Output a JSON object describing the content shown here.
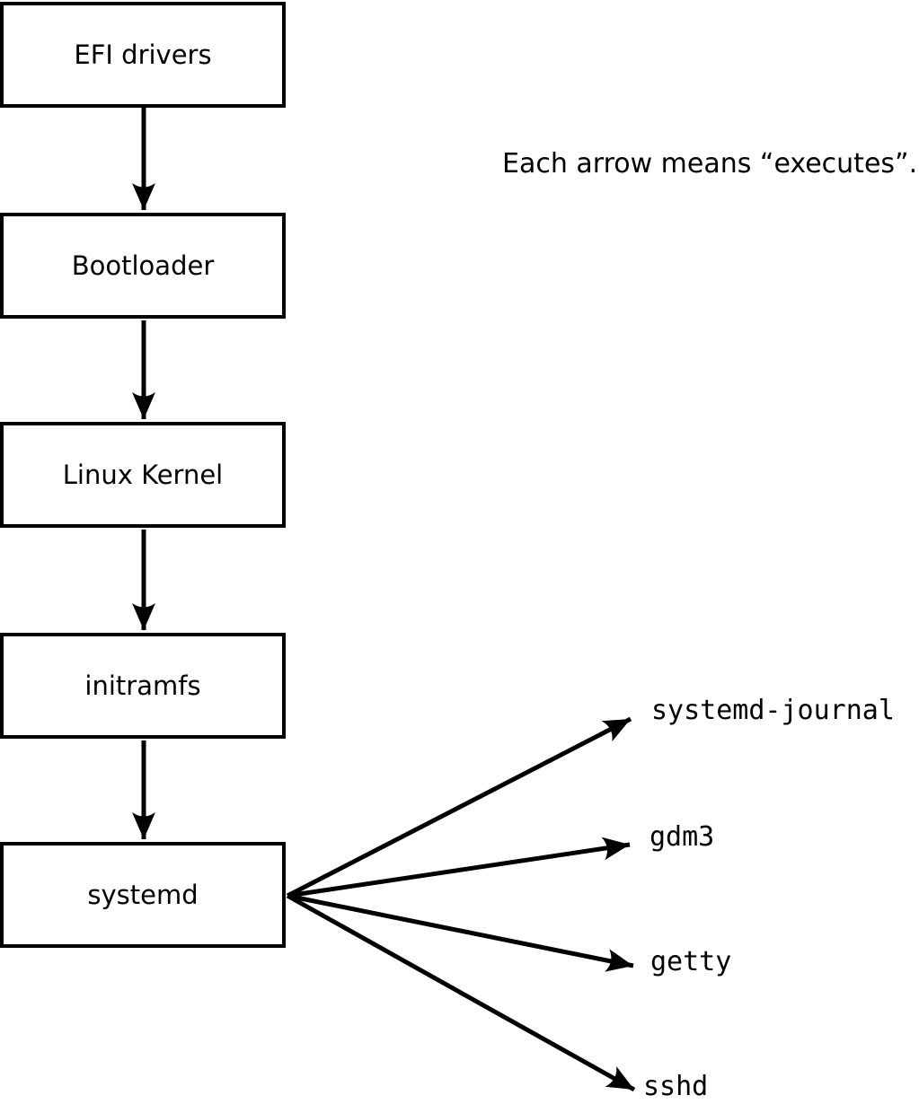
{
  "annotation": {
    "text": "Each arrow means “executes”."
  },
  "chain": {
    "nodes": [
      {
        "id": "efi-drivers",
        "label": "EFI drivers"
      },
      {
        "id": "bootloader",
        "label": "Bootloader"
      },
      {
        "id": "linux-kernel",
        "label": "Linux Kernel"
      },
      {
        "id": "initramfs",
        "label": "initramfs"
      },
      {
        "id": "systemd",
        "label": "systemd"
      }
    ],
    "edges": [
      {
        "from": "EFI drivers",
        "to": "Bootloader"
      },
      {
        "from": "Bootloader",
        "to": "Linux Kernel"
      },
      {
        "from": "Linux Kernel",
        "to": "initramfs"
      },
      {
        "from": "initramfs",
        "to": "systemd"
      },
      {
        "from": "systemd",
        "to": "systemd-journal"
      },
      {
        "from": "systemd",
        "to": "gdm3"
      },
      {
        "from": "systemd",
        "to": "getty"
      },
      {
        "from": "systemd",
        "to": "sshd"
      }
    ],
    "edge_meaning": "executes"
  },
  "processes": [
    {
      "label": "systemd-journal"
    },
    {
      "label": "gdm3"
    },
    {
      "label": "getty"
    },
    {
      "label": "sshd"
    }
  ],
  "colors": {
    "line": "#000000",
    "text": "#000000",
    "box_fill": "#ffffff",
    "background": "#ffffff"
  }
}
